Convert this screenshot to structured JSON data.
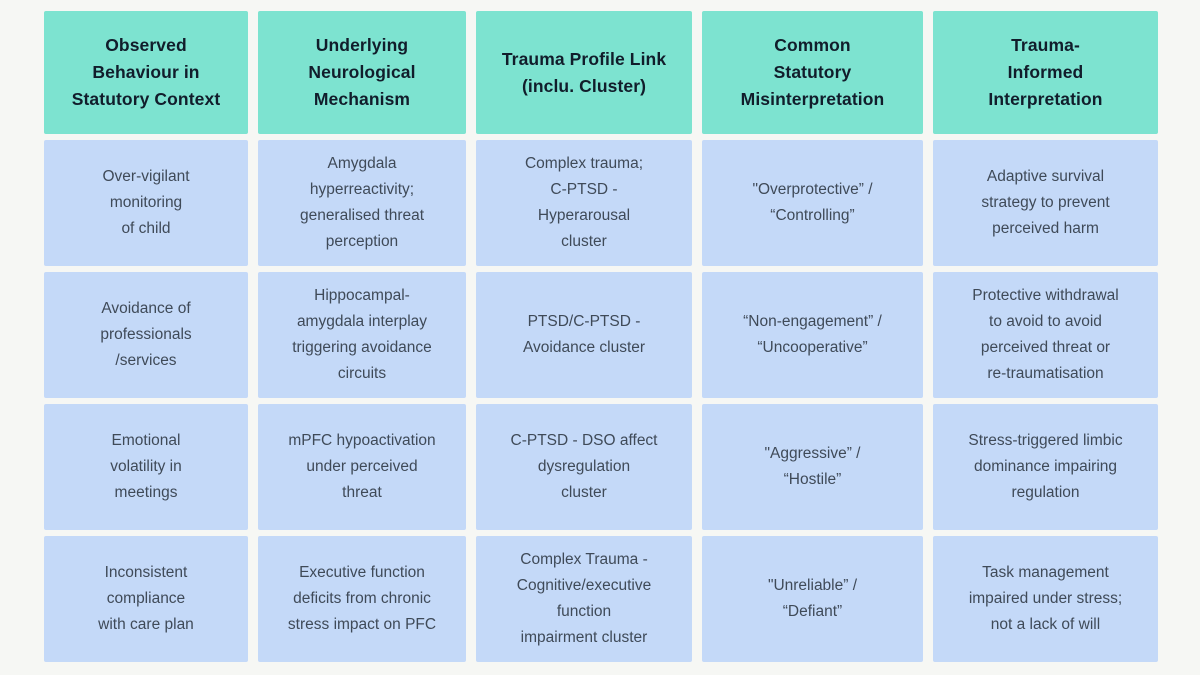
{
  "chart_data": {
    "type": "table",
    "columns": [
      "Observed Behaviour in Statutory Context",
      "Underlying Neurological Mechanism",
      "Trauma Profile Link (inclu. Cluster)",
      "Common Statutory Misinterpretation",
      "Trauma-Informed Interpretation"
    ],
    "rows": [
      [
        "Over-vigilant monitoring of child",
        "Amygdala hyperreactivity; generalised threat perception",
        "Complex trauma; C-PTSD - Hyperarousal cluster",
        "\"Overprotective” / “Controlling”",
        "Adaptive survival strategy to prevent perceived harm"
      ],
      [
        "Avoidance of professionals /services",
        "Hippocampal-amygdala interplay triggering avoidance circuits",
        "PTSD/C-PTSD - Avoidance cluster",
        "“Non-engagement” / “Uncooperative”",
        "Protective withdrawal to avoid to avoid perceived threat or re-traumatisation"
      ],
      [
        "Emotional volatility in meetings",
        "mPFC hypoactivation under perceived threat",
        "C-PTSD - DSO affect dysregulation cluster",
        "\"Aggressive” / “Hostile”",
        "Stress-triggered limbic dominance impairing regulation"
      ],
      [
        "Inconsistent compliance with care plan",
        "Executive function deficits from chronic stress impact on PFC",
        "Complex Trauma - Cognitive/executive function impairment cluster",
        "\"Unreliable” / “Defiant”",
        "Task management impaired under stress; not a lack of will"
      ]
    ]
  },
  "table": {
    "headers": [
      "Observed\nBehaviour in\nStatutory Context",
      "Underlying\nNeurological\nMechanism",
      "Trauma Profile Link\n(inclu. Cluster)",
      "Common\nStatutory\nMisinterpretation",
      "Trauma-\nInformed\nInterpretation"
    ],
    "rows": [
      [
        "Over-vigilant\nmonitoring\nof child",
        "Amygdala\nhyperreactivity;\ngeneralised threat\nperception",
        "Complex trauma;\nC-PTSD -\nHyperarousal\ncluster",
        "\"Overprotective” /\n“Controlling”",
        "Adaptive survival\nstrategy to prevent\nperceived harm"
      ],
      [
        "Avoidance of\nprofessionals\n/services",
        "Hippocampal-\namygdala interplay\ntriggering avoidance\ncircuits",
        "PTSD/C-PTSD -\nAvoidance cluster",
        "“Non-engagement” /\n“Uncooperative”",
        "Protective withdrawal\nto avoid to avoid\nperceived threat or\nre-traumatisation"
      ],
      [
        "Emotional\nvolatility in\nmeetings",
        "mPFC hypoactivation\nunder perceived\nthreat",
        "C-PTSD - DSO affect\ndysregulation\ncluster",
        "\"Aggressive” /\n“Hostile”",
        "Stress-triggered limbic\ndominance impairing\nregulation"
      ],
      [
        "Inconsistent\ncompliance\nwith care plan",
        "Executive function\ndeficits from chronic\nstress impact on PFC",
        "Complex Trauma -\nCognitive/executive\nfunction\nimpairment cluster",
        "\"Unreliable” /\n“Defiant”",
        "Task management\nimpaired under stress;\nnot a lack of will"
      ]
    ]
  },
  "colors": {
    "header_bg": "#7de3d0",
    "cell_bg": "#c4d9f8",
    "page_bg": "#f6f7f4",
    "header_text": "#111d2b",
    "cell_text": "#3f4a58"
  }
}
